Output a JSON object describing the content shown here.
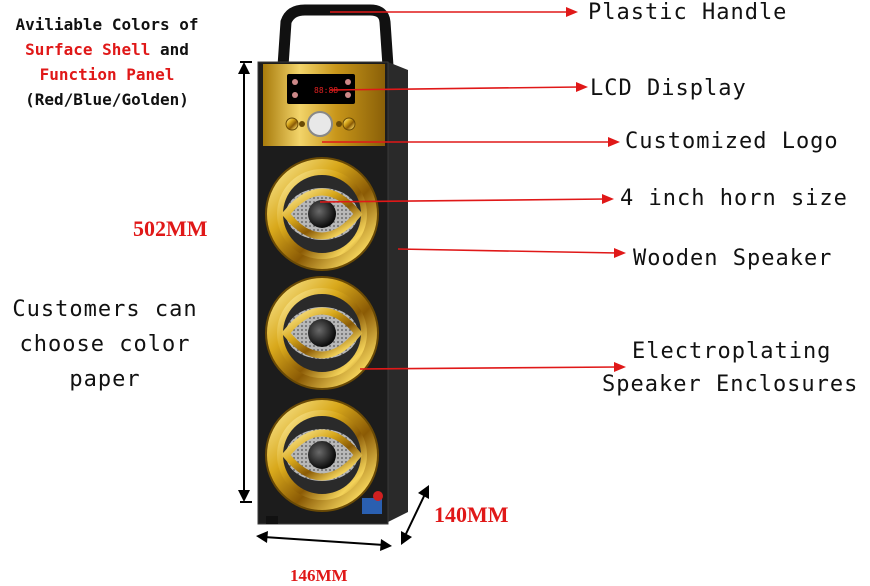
{
  "colors_note": {
    "line1": "Aviliable Colors of",
    "line2_red": "Surface Shell",
    "line2_and": " and",
    "line3_red": "Function Panel",
    "line4": "(Red/Blue/Golden)"
  },
  "dimensions": {
    "height": "502MM",
    "depth": "140MM",
    "width": "146MM"
  },
  "custom_note": {
    "line1": "Customers can",
    "line2": "choose color",
    "line3": "paper"
  },
  "callouts": {
    "handle": "Plastic Handle",
    "lcd": "LCD Display",
    "logo": "Customized Logo",
    "horn": "4 inch horn size",
    "wooden": "Wooden Speaker",
    "enclosure_line1": "Electroplating",
    "enclosure_line2": "Speaker Enclosures"
  },
  "display": {
    "readout": "88:88"
  },
  "colors": {
    "arrow": "#e01818",
    "gold": "#d4a820",
    "cabinet": "#1c1c1c"
  }
}
